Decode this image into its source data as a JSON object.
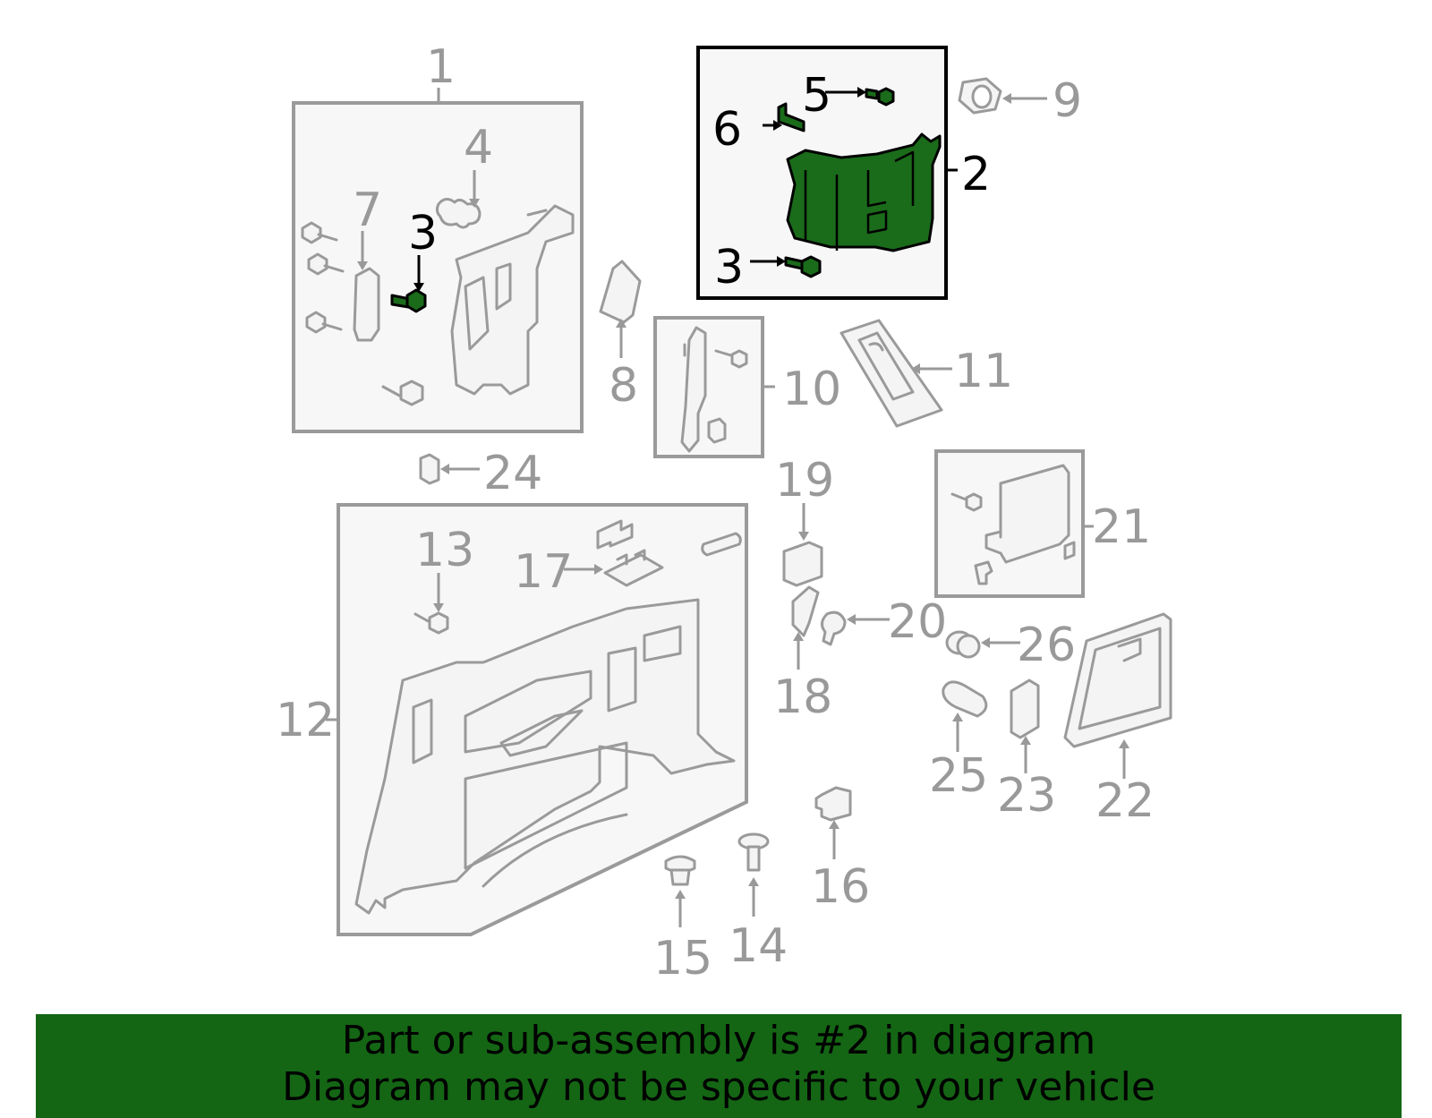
{
  "callouts": {
    "c1": "1",
    "c2": "2",
    "c3a": "3",
    "c3b": "3",
    "c4": "4",
    "c5": "5",
    "c6": "6",
    "c7": "7",
    "c8": "8",
    "c9": "9",
    "c10": "10",
    "c11": "11",
    "c12": "12",
    "c13": "13",
    "c14": "14",
    "c15": "15",
    "c16": "16",
    "c17": "17",
    "c18": "18",
    "c19": "19",
    "c20": "20",
    "c21": "21",
    "c22": "22",
    "c23": "23",
    "c24": "24",
    "c25": "25",
    "c26": "26"
  },
  "highlight": {
    "part_number": "2",
    "color": "#1a6b1a"
  },
  "banner": {
    "line1": "Part or sub-assembly is #2 in diagram",
    "line2": "Diagram may not be specific to your vehicle",
    "background": "#146614"
  }
}
